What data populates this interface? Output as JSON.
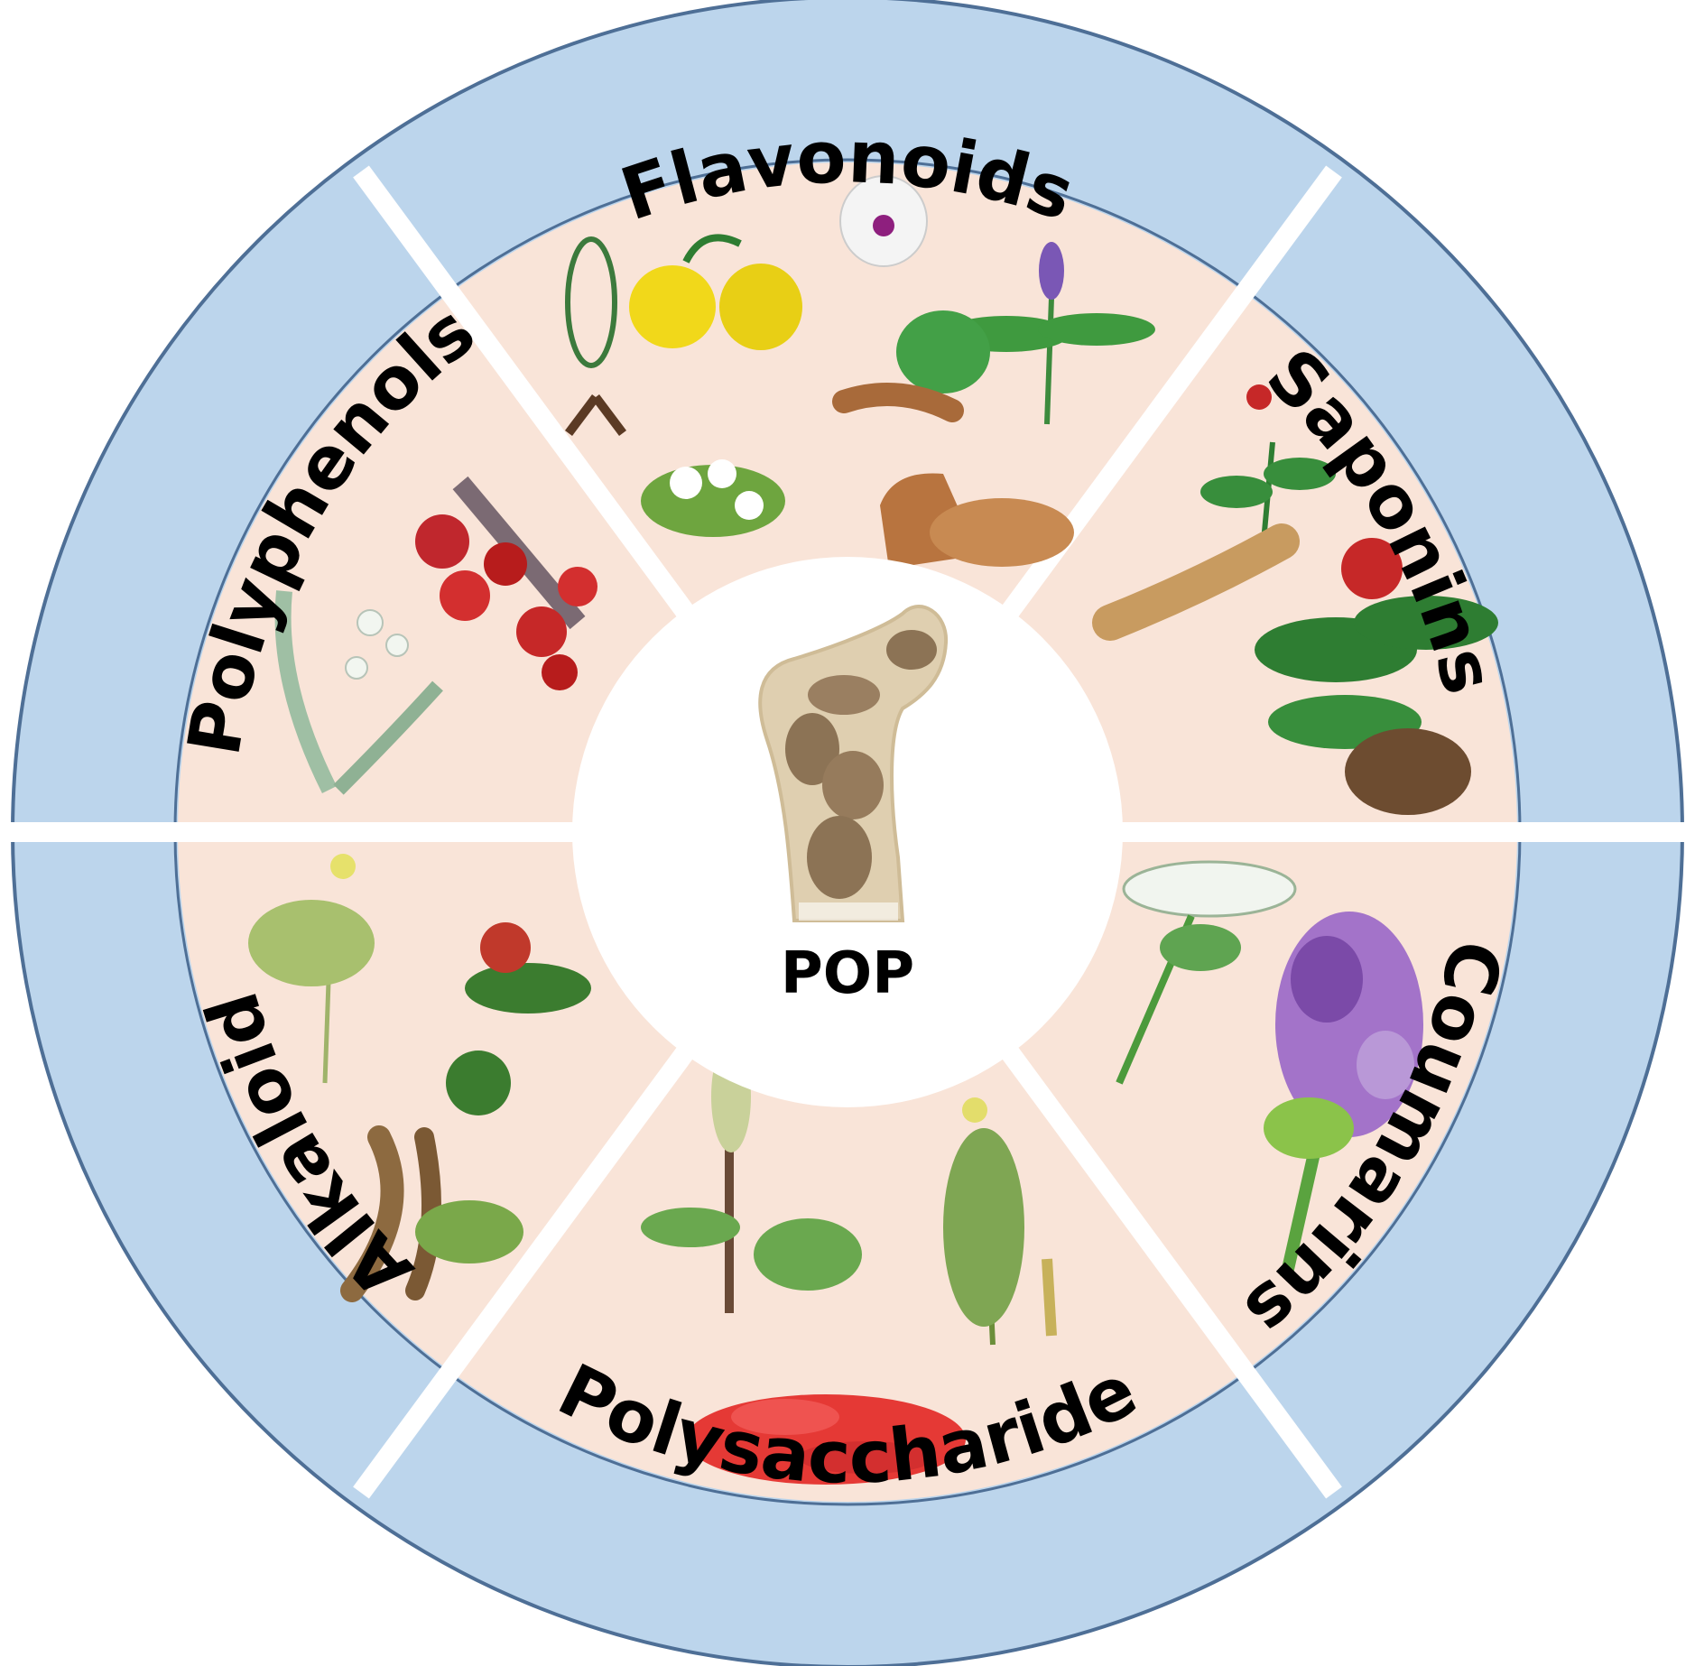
{
  "center": {
    "label": "POP",
    "icon": "femur-bone-icon"
  },
  "colors": {
    "outer_ring": "#bcd5ec",
    "outer_ring_stroke": "#4e6f96",
    "inner_sector": "#f9e4d8",
    "separator": "#ffffff",
    "center": "#ffffff",
    "bone_outline": "#dfcfb0",
    "bone_spots": "#8c7355"
  },
  "categories": [
    {
      "name": "Flavonoids",
      "icon": "flavonoid-plants-icon"
    },
    {
      "name": "Saponins",
      "icon": "ginseng-plants-icon"
    },
    {
      "name": "Coumarins",
      "icon": "umbel-and-clover-plants-icon"
    },
    {
      "name": "Polysaccharide",
      "icon": "goji-and-herb-plants-icon"
    },
    {
      "name": "Alkaloid",
      "icon": "root-and-berry-plants-icon"
    },
    {
      "name": "Polyphenols",
      "icon": "schisandra-and-lily-plants-icon"
    }
  ]
}
